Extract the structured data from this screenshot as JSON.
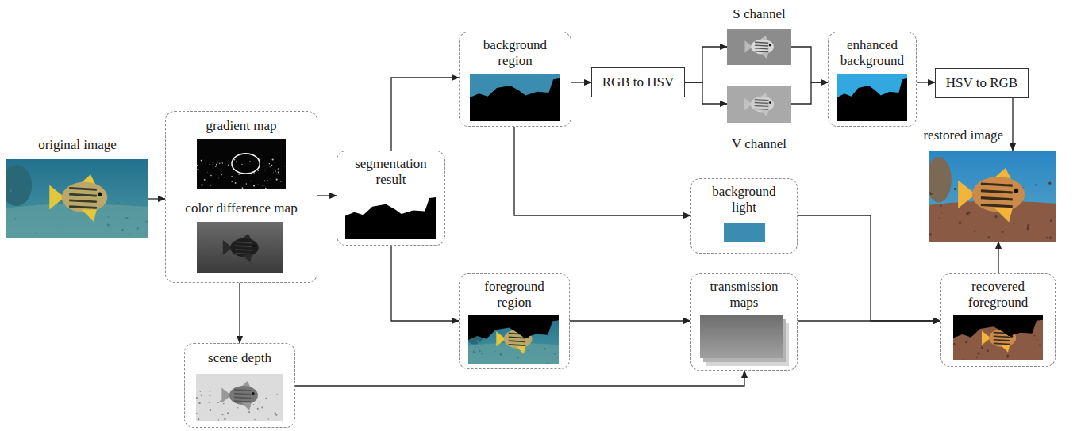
{
  "diagram": {
    "nodes": [
      {
        "text": [
          "original image"
        ]
      },
      {
        "text": [
          "gradient map",
          "color difference map"
        ]
      },
      {
        "text": [
          "segmentation result"
        ]
      },
      {
        "text": [
          "background region"
        ]
      },
      {
        "text": [
          "RGB to HSV"
        ]
      },
      {
        "text": [
          "S channel"
        ]
      },
      {
        "text": [
          "V channel"
        ]
      },
      {
        "text": [
          "enhanced background"
        ]
      },
      {
        "text": [
          "HSV to RGB"
        ]
      },
      {
        "text": [
          "restored image"
        ]
      },
      {
        "text": [
          "background light"
        ]
      },
      {
        "text": [
          "foreground region"
        ]
      },
      {
        "text": [
          "transmission maps"
        ]
      },
      {
        "text": [
          "recovered foreground"
        ]
      },
      {
        "text": [
          "scene depth"
        ]
      }
    ],
    "edges": [
      {
        "from": 0,
        "to": 1,
        "arrow": "to"
      },
      {
        "from": 1,
        "to": 2,
        "arrow": "to"
      },
      {
        "from": 2,
        "to": 3,
        "arrow": "to"
      },
      {
        "from": 2,
        "to": 11,
        "arrow": "to"
      },
      {
        "from": 3,
        "to": 4,
        "arrow": "to"
      },
      {
        "from": 4,
        "to": 5,
        "arrow": "to"
      },
      {
        "from": 4,
        "to": 6,
        "arrow": "to"
      },
      {
        "from": 5,
        "to": 7,
        "arrow": "to"
      },
      {
        "from": 6,
        "to": 7,
        "arrow": "to"
      },
      {
        "from": 7,
        "to": 8,
        "arrow": "to"
      },
      {
        "from": 8,
        "to": 9,
        "arrow": "to"
      },
      {
        "from": 3,
        "to": 10,
        "arrow": "to"
      },
      {
        "from": 11,
        "to": 12,
        "arrow": "to"
      },
      {
        "from": 14,
        "to": 12,
        "arrow": "to"
      },
      {
        "from": 1,
        "to": 14,
        "arrow": "to"
      },
      {
        "from": 10,
        "to": 13,
        "arrow": "to"
      },
      {
        "from": 12,
        "to": 13,
        "arrow": "to"
      },
      {
        "from": 13,
        "to": 9,
        "arrow": "to"
      }
    ]
  }
}
